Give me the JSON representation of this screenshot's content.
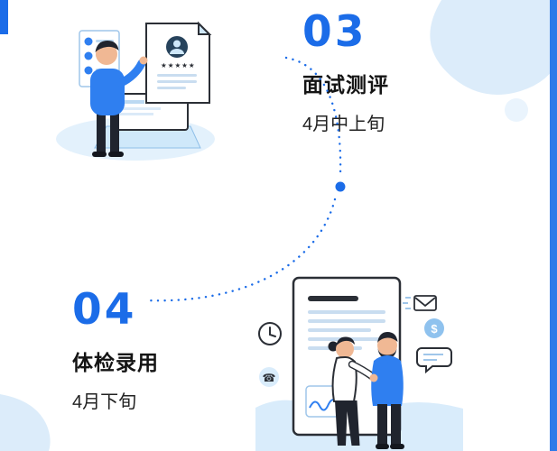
{
  "colors": {
    "accent": "#1b6ce8",
    "light_blue": "#d9ecfb",
    "ink": "#141414"
  },
  "steps": [
    {
      "number": "03",
      "title": "面试测评",
      "date": "4月中上旬"
    },
    {
      "number": "04",
      "title": "体检录用",
      "date": "4月下旬"
    }
  ],
  "illustrations": {
    "interview": {
      "name": "person-reviewing-resumes-on-laptop",
      "stars": "★★★★★"
    },
    "hire": {
      "name": "handshake-over-contract",
      "dollar_sign": "$",
      "phone_glyph": "☎"
    }
  }
}
